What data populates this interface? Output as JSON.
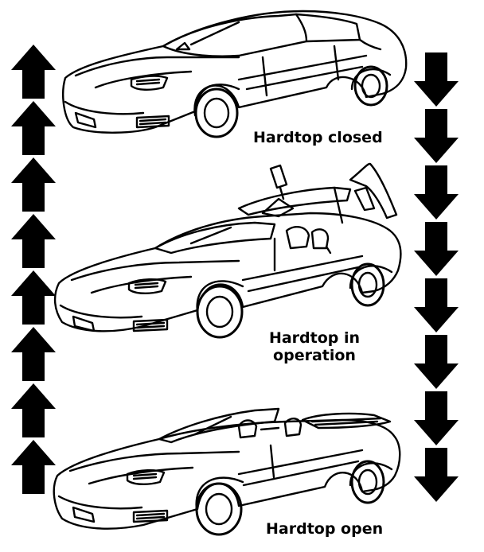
{
  "labels": {
    "closed": "Hardtop closed",
    "operation_line1": "Hardtop in",
    "operation_line2": "operation",
    "open": "Hardtop open"
  },
  "arrows": {
    "left_count": 8,
    "right_count": 8,
    "left_direction": "up",
    "right_direction": "down",
    "color": "#000000"
  },
  "colors": {
    "ink": "#000000",
    "paper": "#ffffff"
  }
}
